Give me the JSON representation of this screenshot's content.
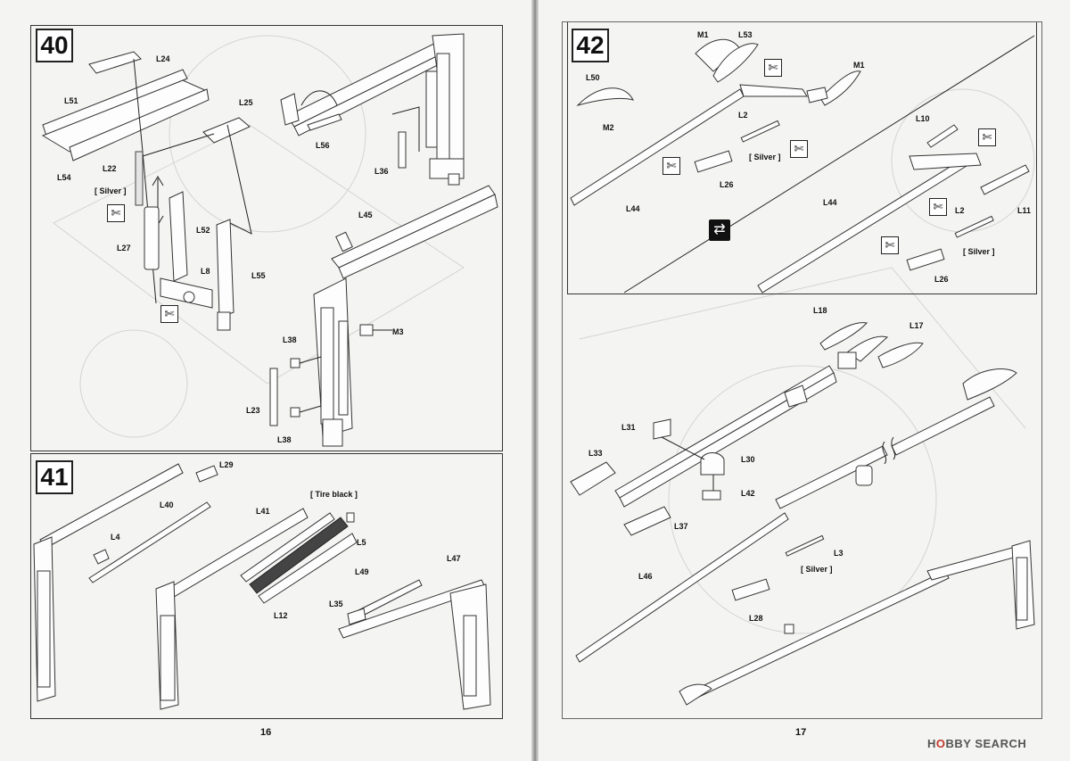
{
  "left_page": {
    "page_number": "16",
    "step40": {
      "number": "40",
      "labels": {
        "L24": "L24",
        "L51": "L51",
        "L25": "L25",
        "L54": "L54",
        "L22": "L22",
        "silver": "[ Silver ]",
        "L52": "L52",
        "L27": "L27",
        "L8": "L8",
        "L55": "L55",
        "L56": "L56",
        "L36": "L36",
        "L45": "L45",
        "M3": "M3",
        "L38a": "L38",
        "L23": "L23",
        "L38b": "L38"
      }
    },
    "step41": {
      "number": "41",
      "labels": {
        "L29": "L29",
        "L40": "L40",
        "L4": "L4",
        "tire_black": "[ Tire black ]",
        "L41": "L41",
        "L5": "L5",
        "L12": "L12",
        "L49": "L49",
        "L47": "L47",
        "L35": "L35"
      }
    }
  },
  "right_page": {
    "page_number": "17",
    "step42": {
      "number": "42",
      "labels": {
        "M1a": "M1",
        "L53": "L53",
        "M1b": "M1",
        "L50": "L50",
        "M2": "M2",
        "L2a": "L2",
        "silver_a": "[ Silver ]",
        "L26a": "L26",
        "L44a": "L44",
        "L10": "L10",
        "L11": "L11",
        "L44b": "L44",
        "L2b": "L2",
        "silver_b": "[ Silver ]",
        "L26b": "L26"
      }
    },
    "step43": {
      "labels": {
        "L18": "L18",
        "L17": "L17",
        "L31": "L31",
        "L30": "L30",
        "L33": "L33",
        "L42": "L42",
        "L37": "L37",
        "L46": "L46",
        "L3": "L3",
        "silver": "[ Silver ]",
        "L28": "L28"
      }
    }
  },
  "watermark": {
    "brand_left": "H",
    "brand_o": "O",
    "brand_right": "BBY SEARCH"
  },
  "icons": {
    "glue_icon": "glue-cement-icon",
    "flip_icon": "flip-over-icon"
  }
}
